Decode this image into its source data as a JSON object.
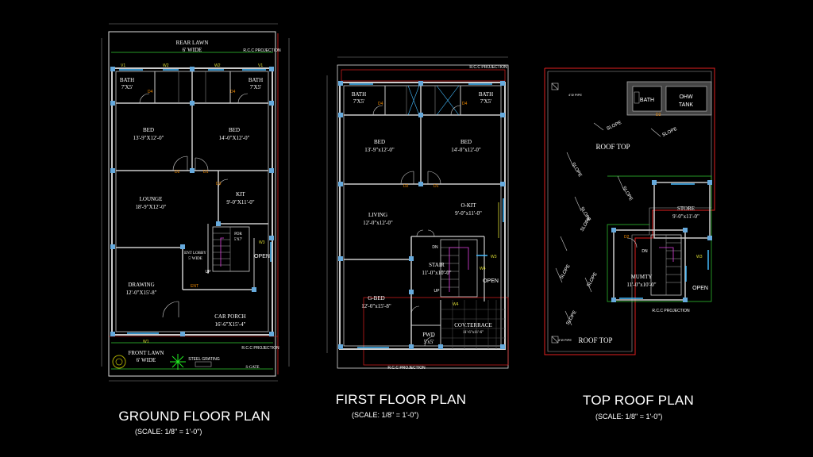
{
  "ground": {
    "title": "GROUND FLOOR PLAN",
    "scale": "(SCALE: 1/8\" = 1'-0\")",
    "rear_lawn": "REAR LAWN",
    "rear_lawn_width": "6' WIDE",
    "rcc_projection": "R.C.C PROJECTION",
    "bath_left": "BATH",
    "bath_left_size": "7'X5'",
    "bath_right": "BATH",
    "bath_right_size": "7'X5'",
    "bed_left": "BED",
    "bed_left_size": "13'-9\"X12'-0\"",
    "bed_right": "BED",
    "bed_right_size": "14'-0\"X12'-0\"",
    "lounge": "LOUNGE",
    "lounge_size": "18'-9\"X12'-0\"",
    "kit": "KIT",
    "kit_size": "9'-0\"X11'-0\"",
    "pdr": "PDR",
    "pdr_size": "5'X7'",
    "ent_lobby": "ENT LOBBY",
    "ent_lobby_size": "5' WIDE",
    "open": "OPEN",
    "up": "UP",
    "drawing": "DRAWING",
    "drawing_size": "12'-0\"X15'-8\"",
    "car_porch": "CAR PORCH",
    "car_porch_size": "16'-6\"X15'-4\"",
    "front_lawn": "FRONT LAWN",
    "front_lawn_width": "6' WIDE",
    "steel_grating": "STEEL GRATING",
    "s_gate": "S-GATE",
    "ent": "ENT",
    "v1": "V1",
    "w2": "W2",
    "w1": "W1",
    "w3": "W3",
    "d1": "D1",
    "d2": "D2",
    "d3": "D3",
    "d4": "D4"
  },
  "first": {
    "title": "FIRST FLOOR PLAN",
    "scale": "(SCALE: 1/8\" = 1'-0\")",
    "rcc_projection": "R.C.C PROJECTION",
    "bath_left": "BATH",
    "bath_left_size": "7'X5'",
    "bath_right": "BATH",
    "bath_right_size": "7'X5'",
    "bed_left": "BED",
    "bed_left_size": "13'-9\"x12'-0\"",
    "bed_right": "BED",
    "bed_right_size": "14'-0\"x12'-0\"",
    "living": "LIVING",
    "living_size": "12'-0\"x12'-0\"",
    "okit": "O-KIT",
    "okit_size": "9'-0\"x11'-0\"",
    "stair": "STAIR",
    "stair_size": "11'-0\"x10'-0\"",
    "open": "OPEN",
    "gbed": "G-BED",
    "gbed_size": "12'-0\"x15'-8\"",
    "pwd": "PWD",
    "pwd_size": "5'x5'",
    "terrace": "COV.TERRACE",
    "terrace_size": "11'-6\"x11'-6\"",
    "dn": "DN",
    "up": "UP",
    "d1": "D1",
    "d2": "D2",
    "d4": "D4",
    "w3": "W3",
    "w4": "W4"
  },
  "roof": {
    "title": "TOP ROOF PLAN",
    "scale": "(SCALE: 1/8\" = 1'-0\")",
    "bath": "BATH",
    "ohw_tank": "OHW TANK",
    "pipe": "4\"Ø PIPE",
    "roof_top_1": "ROOF TOP",
    "roof_top_2": "ROOF TOP",
    "slope": "SLOPE",
    "store": "STORE",
    "store_size": "9'-0\"x11'-0\"",
    "mumty": "MUMTY",
    "mumty_size": "11'-0\"x10'-0\"",
    "open": "OPEN",
    "dn": "DN",
    "rcc_projection": "R.C.C PROJECTION",
    "d2": "D2",
    "w3": "W3"
  }
}
